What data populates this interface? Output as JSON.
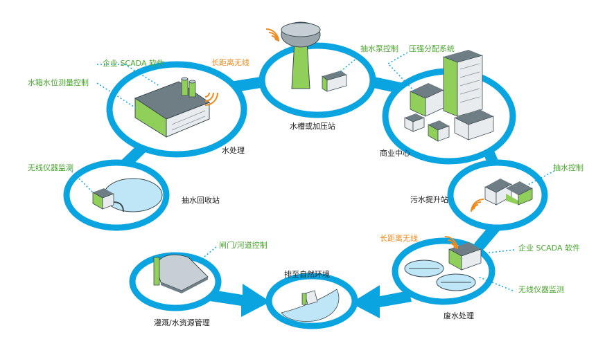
{
  "colors": {
    "ring": "#0aa5e0",
    "ring_fill": "#ffffff",
    "green_building": "#8fcf5a",
    "roof": "#6f7d84",
    "wall": "#e9ecee",
    "water": "#bfe6f6",
    "wireless": "#f08a1c",
    "callout_green": "#4aa52e",
    "dotted_line": "#0aa5e0"
  },
  "stations": {
    "water_treatment": "水处理",
    "water_tower": "水槽或加压站",
    "commercial": "商业中心",
    "pump_return": "抽水回收站",
    "sewage_lift": "污水提升站",
    "irrigation": "灌溉/水资源管理",
    "discharge": "排至自然环境",
    "wastewater": "废水处理"
  },
  "callouts": {
    "scada_top": "企业 SCADA 软件",
    "tank_level": "水箱水位测量控制",
    "long_range_top": "长距离无线",
    "pump_ctrl_top": "抽水泵控制",
    "pressure_dist": "压强分配系统",
    "wireless_monitor_left": "无线仪器监测",
    "pump_ctrl_right": "抽水控制",
    "gate_ctrl": "闸门/河道控制",
    "long_range_bottom": "长距离无线",
    "scada_bottom": "企业 SCADA 软件",
    "wireless_monitor_bottom": "无线仪器监测"
  },
  "icons": [
    "wireless-signal-icon",
    "water-tower-icon",
    "factory-icon",
    "house-icon",
    "building-icon",
    "flow-arrow-icon"
  ]
}
